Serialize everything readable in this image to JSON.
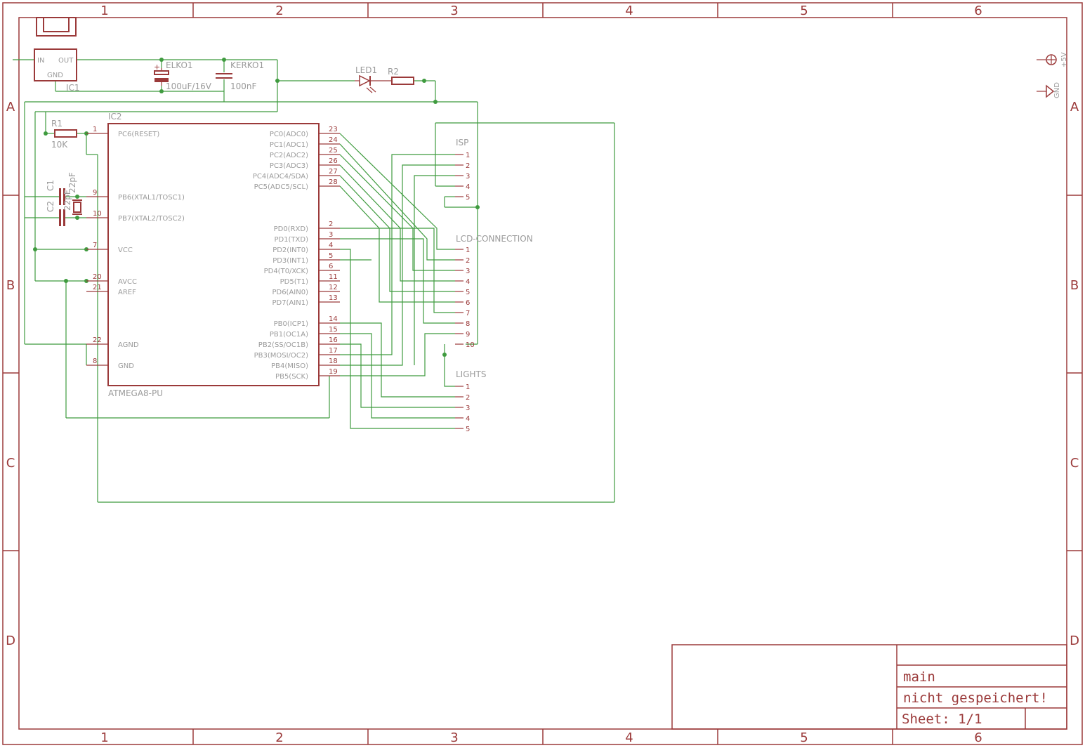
{
  "colors": {
    "frame": "#9b3a3a",
    "wire": "#3f9b3f",
    "label": "#9b9b9b",
    "background": "#ffffff"
  },
  "frame": {
    "columns": [
      "1",
      "2",
      "3",
      "4",
      "5",
      "6"
    ],
    "rows": [
      "A",
      "B",
      "C",
      "D"
    ]
  },
  "title_block": {
    "sheet_name": "main",
    "status": "nicht gespeichert!",
    "sheet": "Sheet: 1/1"
  },
  "components": {
    "ic1": {
      "name": "IC1",
      "pins": {
        "in": "IN",
        "out": "OUT",
        "gnd": "GND"
      }
    },
    "elko1": {
      "name": "ELKO1",
      "value": "100uF/16V",
      "polarity": "+"
    },
    "kerko1": {
      "name": "KERKO1",
      "value": "100nF"
    },
    "led1": {
      "name": "LED1"
    },
    "r2": {
      "name": "R2"
    },
    "r1": {
      "name": "R1",
      "value": "10K"
    },
    "c1": {
      "name": "C1"
    },
    "c2": {
      "name": "C2"
    },
    "crystal": {
      "value": "22pF",
      "value2": "22pF"
    },
    "ic2": {
      "name": "IC2",
      "value": "ATMEGA8-PU",
      "left_pins": [
        {
          "label": "PC6(RESET)",
          "num": "1"
        },
        {
          "label": "PB6(XTAL1/TOSC1)",
          "num": "9"
        },
        {
          "label": "PB7(XTAL2/TOSC2)",
          "num": "10"
        },
        {
          "label": "VCC",
          "num": "7"
        },
        {
          "label": "AVCC",
          "num": "20"
        },
        {
          "label": "AREF",
          "num": "21"
        },
        {
          "label": "AGND",
          "num": "22"
        },
        {
          "label": "GND",
          "num": "8"
        }
      ],
      "right_pins": [
        {
          "label": "PC0(ADC0)",
          "num": "23"
        },
        {
          "label": "PC1(ADC1)",
          "num": "24"
        },
        {
          "label": "PC2(ADC2)",
          "num": "25"
        },
        {
          "label": "PC3(ADC3)",
          "num": "26"
        },
        {
          "label": "PC4(ADC4/SDA)",
          "num": "27"
        },
        {
          "label": "PC5(ADC5/SCL)",
          "num": "28"
        },
        {
          "label": "PD0(RXD)",
          "num": "2"
        },
        {
          "label": "PD1(TXD)",
          "num": "3"
        },
        {
          "label": "PD2(INT0)",
          "num": "4"
        },
        {
          "label": "PD3(INT1)",
          "num": "5"
        },
        {
          "label": "PD4(T0/XCK)",
          "num": "6"
        },
        {
          "label": "PD5(T1)",
          "num": "11"
        },
        {
          "label": "PD6(AIN0)",
          "num": "12"
        },
        {
          "label": "PD7(AIN1)",
          "num": "13"
        },
        {
          "label": "PB0(ICP1)",
          "num": "14"
        },
        {
          "label": "PB1(OC1A)",
          "num": "15"
        },
        {
          "label": "PB2(SS/OC1B)",
          "num": "16"
        },
        {
          "label": "PB3(MOSI/OC2)",
          "num": "17"
        },
        {
          "label": "PB4(MISO)",
          "num": "18"
        },
        {
          "label": "PB5(SCK)",
          "num": "19"
        }
      ]
    },
    "isp": {
      "name": "ISP",
      "pins": [
        "1",
        "2",
        "3",
        "4",
        "5"
      ]
    },
    "lcd": {
      "name": "LCD-CONNECTION",
      "pins": [
        "1",
        "2",
        "3",
        "4",
        "5",
        "6",
        "7",
        "8",
        "9",
        "10"
      ]
    },
    "lights": {
      "name": "LIGHTS",
      "pins": [
        "1",
        "2",
        "3",
        "4",
        "5"
      ]
    },
    "supply_vcc": {
      "label": "+5V"
    },
    "supply_gnd": {
      "label": "GND"
    }
  }
}
